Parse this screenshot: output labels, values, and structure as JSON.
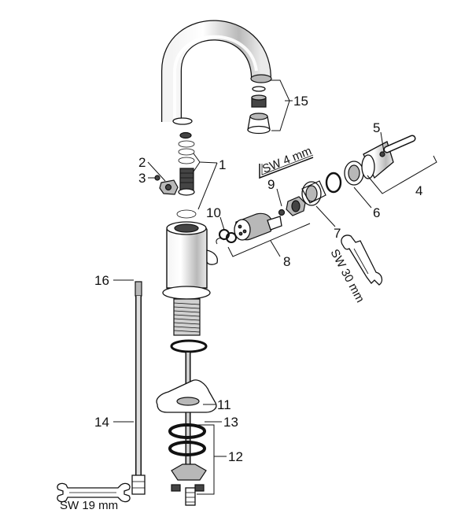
{
  "labels": {
    "l1": "1",
    "l2": "2",
    "l3": "3",
    "l4": "4",
    "l5": "5",
    "l6": "6",
    "l7": "7",
    "l8": "8",
    "l9": "9",
    "l10": "10",
    "l11": "11",
    "l12": "12",
    "l13": "13",
    "l14": "14",
    "l15": "15",
    "l16": "16"
  },
  "tools": {
    "allen_key": "SW 4 mm",
    "wrench_30": "SW 30 mm",
    "wrench_19": "SW 19 mm"
  },
  "colors": {
    "line": "#111111",
    "shade": "#b8b8b8",
    "background": "#ffffff"
  }
}
